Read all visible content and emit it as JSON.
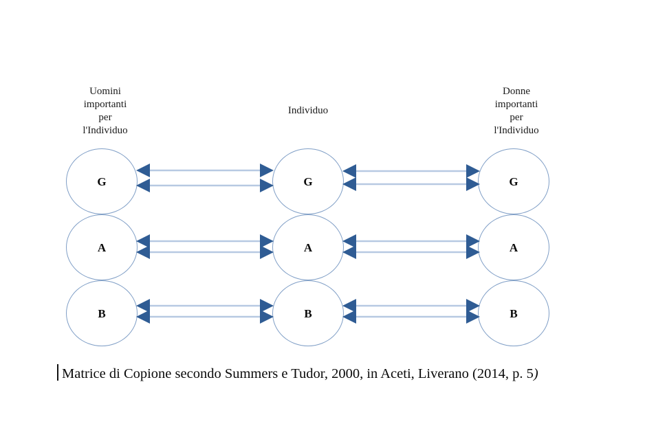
{
  "diagram": {
    "title_caption": "Matrice di Copione secondo Summers e Tudor, 2000, in Aceti, Liverano (2014, p. 5",
    "caption_tail": ")",
    "columns": [
      {
        "id": "left",
        "label": "Uomini\nimportanti\nper\nl'Individuo"
      },
      {
        "id": "middle",
        "label": "Individuo"
      },
      {
        "id": "right",
        "label": "Donne\nimportanti\nper\nl'Individuo"
      }
    ],
    "rows": [
      {
        "id": "row-g",
        "letter": "G"
      },
      {
        "id": "row-a",
        "letter": "A"
      },
      {
        "id": "row-b",
        "letter": "B"
      }
    ],
    "nodes": {
      "left": [
        "G",
        "A",
        "B"
      ],
      "middle": [
        "G",
        "A",
        "B"
      ],
      "right": [
        "G",
        "A",
        "B"
      ]
    },
    "connector_count_per_gap": 2,
    "connector_style": "double-headed",
    "colors": {
      "circle_stroke": "#7f9ec6",
      "arrow_head": "#2f5c94",
      "arrow_line": "#b7c9e2",
      "text": "#0a0a0a",
      "background": "#ffffff"
    }
  }
}
